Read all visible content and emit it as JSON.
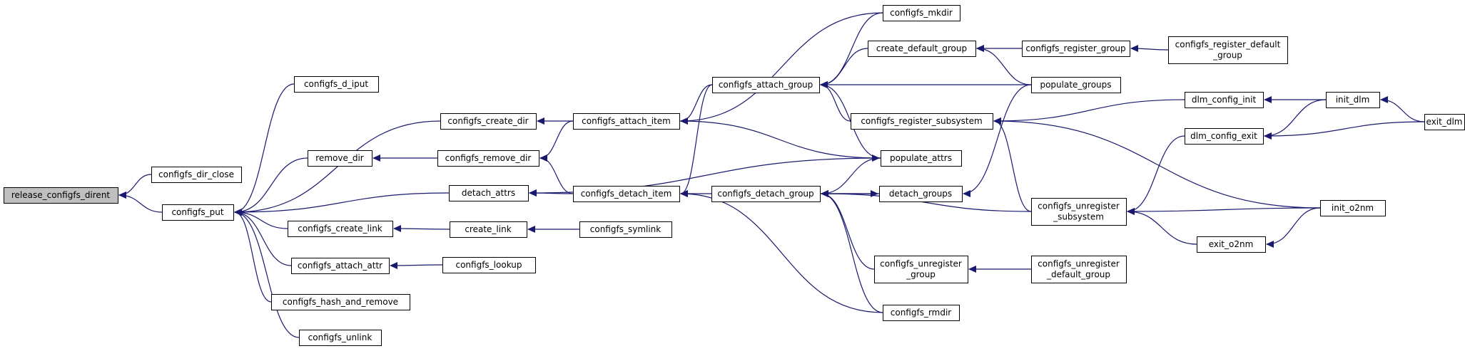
{
  "colors": {
    "edge": "#191970",
    "node_fill": "#ffffff",
    "root_fill": "#bfbfbf",
    "border": "#000000"
  },
  "root": "n_release",
  "nodes": [
    {
      "id": "n_release",
      "lines": [
        "release_configfs_dirent"
      ]
    },
    {
      "id": "n_dir_close",
      "lines": [
        "configfs_dir_close"
      ]
    },
    {
      "id": "n_put",
      "lines": [
        "configfs_put"
      ]
    },
    {
      "id": "n_d_iput",
      "lines": [
        "configfs_d_iput"
      ]
    },
    {
      "id": "n_create_dir",
      "lines": [
        "configfs_create_dir"
      ]
    },
    {
      "id": "n_remove_dir_fn",
      "lines": [
        "remove_dir"
      ]
    },
    {
      "id": "n_detach_attrs",
      "lines": [
        "detach_attrs"
      ]
    },
    {
      "id": "n_create_link",
      "lines": [
        "configfs_create_link"
      ]
    },
    {
      "id": "n_attach_attr",
      "lines": [
        "configfs_attach_attr"
      ]
    },
    {
      "id": "n_hash_remove",
      "lines": [
        "configfs_hash_and_remove"
      ]
    },
    {
      "id": "n_unlink",
      "lines": [
        "configfs_unlink"
      ]
    },
    {
      "id": "n_attach_item",
      "lines": [
        "configfs_attach_item"
      ]
    },
    {
      "id": "n_remove_dir",
      "lines": [
        "configfs_remove_dir"
      ]
    },
    {
      "id": "n_detach_item",
      "lines": [
        "configfs_detach_item"
      ]
    },
    {
      "id": "n_create_link2",
      "lines": [
        "create_link"
      ]
    },
    {
      "id": "n_lookup",
      "lines": [
        "configfs_lookup"
      ]
    },
    {
      "id": "n_symlink",
      "lines": [
        "configfs_symlink"
      ]
    },
    {
      "id": "n_attach_group",
      "lines": [
        "configfs_attach_group"
      ]
    },
    {
      "id": "n_detach_group",
      "lines": [
        "configfs_detach_group"
      ]
    },
    {
      "id": "n_mkdir",
      "lines": [
        "configfs_mkdir"
      ]
    },
    {
      "id": "n_create_default",
      "lines": [
        "create_default_group"
      ]
    },
    {
      "id": "n_reg_subsys",
      "lines": [
        "configfs_register_subsystem"
      ]
    },
    {
      "id": "n_pop_attrs",
      "lines": [
        "populate_attrs"
      ]
    },
    {
      "id": "n_detach_groups",
      "lines": [
        "detach_groups"
      ]
    },
    {
      "id": "n_unreg_group",
      "lines": [
        "configfs_unregister",
        "_group"
      ]
    },
    {
      "id": "n_rmdir",
      "lines": [
        "configfs_rmdir"
      ]
    },
    {
      "id": "n_reg_group",
      "lines": [
        "configfs_register_group"
      ]
    },
    {
      "id": "n_pop_groups",
      "lines": [
        "populate_groups"
      ]
    },
    {
      "id": "n_unreg_subsys",
      "lines": [
        "configfs_unregister",
        "_subsystem"
      ]
    },
    {
      "id": "n_unreg_default",
      "lines": [
        "configfs_unregister",
        "_default_group"
      ]
    },
    {
      "id": "n_reg_default",
      "lines": [
        "configfs_register_default",
        "_group"
      ]
    },
    {
      "id": "n_dlm_init",
      "lines": [
        "dlm_config_init"
      ]
    },
    {
      "id": "n_dlm_exit",
      "lines": [
        "dlm_config_exit"
      ]
    },
    {
      "id": "n_exit_o2nm",
      "lines": [
        "exit_o2nm"
      ]
    },
    {
      "id": "n_init_dlm",
      "lines": [
        "init_dlm"
      ]
    },
    {
      "id": "n_init_o2nm",
      "lines": [
        "init_o2nm"
      ]
    },
    {
      "id": "n_exit_dlm",
      "lines": [
        "exit_dlm"
      ]
    }
  ],
  "edges": [
    {
      "from": "n_dir_close",
      "to": "n_release"
    },
    {
      "from": "n_put",
      "to": "n_release"
    },
    {
      "from": "n_d_iput",
      "to": "n_put"
    },
    {
      "from": "n_create_dir",
      "to": "n_put"
    },
    {
      "from": "n_remove_dir_fn",
      "to": "n_put"
    },
    {
      "from": "n_detach_attrs",
      "to": "n_put"
    },
    {
      "from": "n_create_link",
      "to": "n_put"
    },
    {
      "from": "n_attach_attr",
      "to": "n_put"
    },
    {
      "from": "n_hash_remove",
      "to": "n_put"
    },
    {
      "from": "n_unlink",
      "to": "n_put"
    },
    {
      "from": "n_attach_item",
      "to": "n_create_dir"
    },
    {
      "from": "n_remove_dir",
      "to": "n_remove_dir_fn"
    },
    {
      "from": "n_detach_item",
      "to": "n_detach_attrs"
    },
    {
      "from": "n_pop_attrs",
      "to": "n_detach_attrs"
    },
    {
      "from": "n_create_link2",
      "to": "n_create_link"
    },
    {
      "from": "n_lookup",
      "to": "n_attach_attr"
    },
    {
      "from": "n_symlink",
      "to": "n_create_link2"
    },
    {
      "from": "n_attach_group",
      "to": "n_attach_item"
    },
    {
      "from": "n_mkdir",
      "to": "n_attach_item"
    },
    {
      "from": "n_attach_item",
      "to": "n_pop_attrs"
    },
    {
      "from": "n_attach_item",
      "to": "n_remove_dir"
    },
    {
      "from": "n_detach_item",
      "to": "n_remove_dir"
    },
    {
      "from": "n_detach_group",
      "to": "n_detach_item"
    },
    {
      "from": "n_attach_group",
      "to": "n_detach_item"
    },
    {
      "from": "n_rmdir",
      "to": "n_detach_item"
    },
    {
      "from": "n_mkdir",
      "to": "n_attach_group"
    },
    {
      "from": "n_create_default",
      "to": "n_attach_group"
    },
    {
      "from": "n_reg_subsys",
      "to": "n_attach_group"
    },
    {
      "from": "n_pop_groups",
      "to": "n_attach_group"
    },
    {
      "from": "n_pop_attrs",
      "to": "n_attach_group"
    },
    {
      "from": "n_pop_attrs",
      "to": "n_detach_group"
    },
    {
      "from": "n_detach_groups",
      "to": "n_detach_group"
    },
    {
      "from": "n_detach_group",
      "to": "n_detach_groups"
    },
    {
      "from": "n_unreg_subsys",
      "to": "n_detach_group"
    },
    {
      "from": "n_unreg_group",
      "to": "n_detach_group"
    },
    {
      "from": "n_rmdir",
      "to": "n_detach_group"
    },
    {
      "from": "n_reg_group",
      "to": "n_create_default"
    },
    {
      "from": "n_pop_groups",
      "to": "n_create_default"
    },
    {
      "from": "n_pop_groups",
      "to": "n_detach_groups"
    },
    {
      "from": "n_dlm_init",
      "to": "n_reg_subsys"
    },
    {
      "from": "n_init_o2nm",
      "to": "n_reg_subsys"
    },
    {
      "from": "n_unreg_subsys",
      "to": "n_reg_subsys"
    },
    {
      "from": "n_dlm_exit",
      "to": "n_unreg_subsys"
    },
    {
      "from": "n_init_o2nm",
      "to": "n_unreg_subsys"
    },
    {
      "from": "n_exit_o2nm",
      "to": "n_unreg_subsys"
    },
    {
      "from": "n_unreg_default",
      "to": "n_unreg_group"
    },
    {
      "from": "n_reg_default",
      "to": "n_reg_group"
    },
    {
      "from": "n_init_dlm",
      "to": "n_dlm_init"
    },
    {
      "from": "n_init_dlm",
      "to": "n_dlm_exit"
    },
    {
      "from": "n_exit_dlm",
      "to": "n_dlm_exit"
    },
    {
      "from": "n_exit_dlm",
      "to": "n_init_dlm"
    },
    {
      "from": "n_init_o2nm",
      "to": "n_exit_o2nm"
    }
  ]
}
